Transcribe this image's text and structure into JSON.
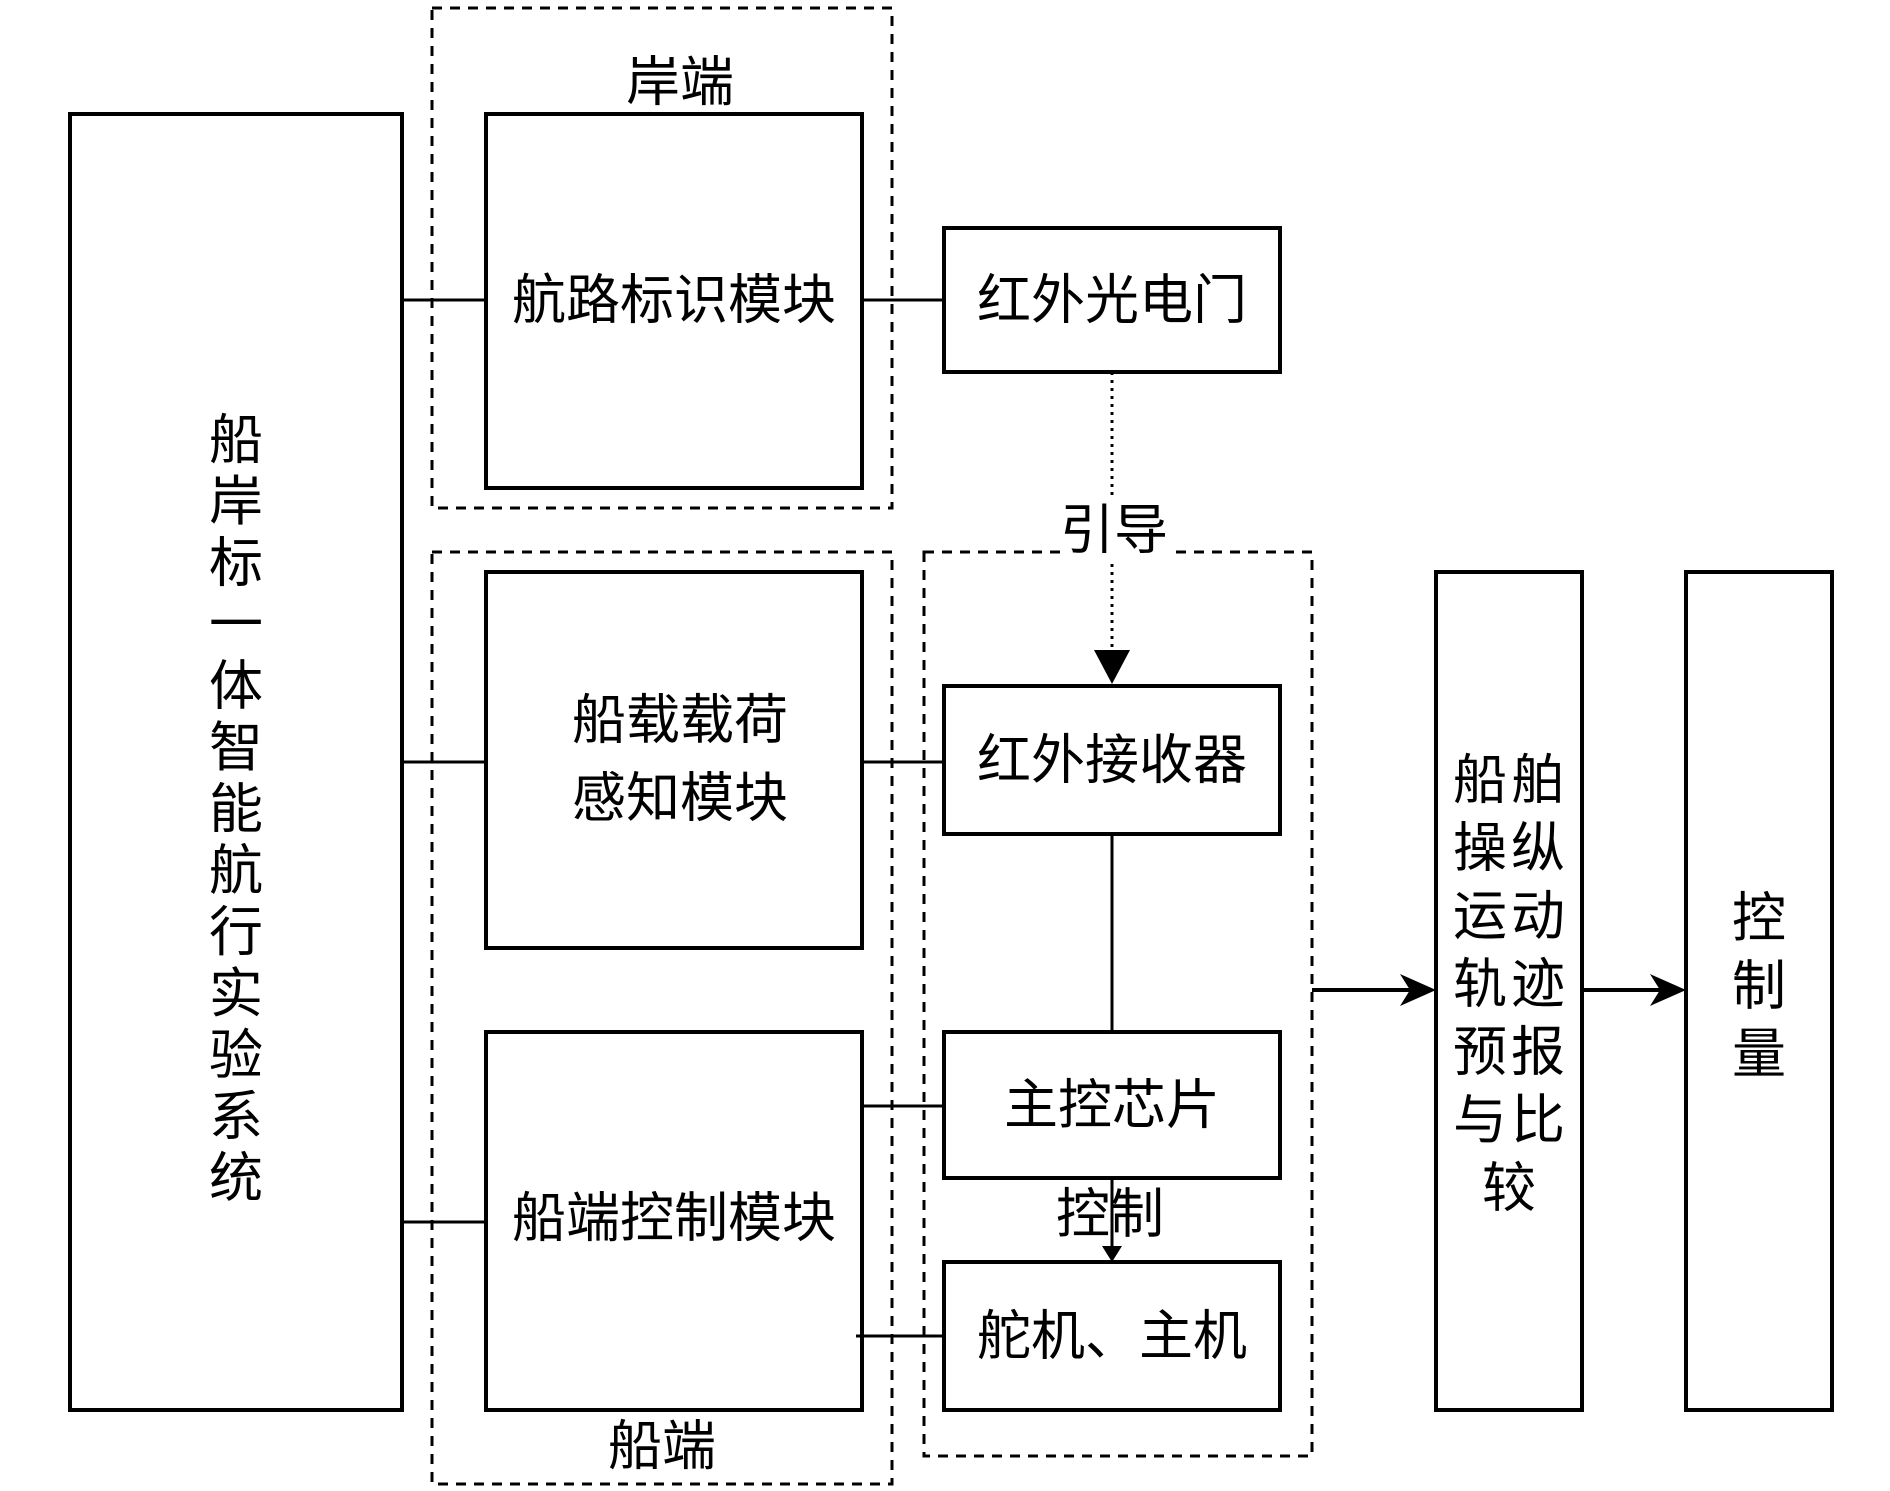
{
  "groups": {
    "shore_label": "岸端",
    "ship_label": "船端",
    "guide_label": "引导",
    "control_label": "控制"
  },
  "boxes": {
    "system": "船岸标一体智能航行实验系统",
    "route_module": "航路标识模块",
    "load_module_line1": "船载载荷",
    "load_module_line2": "感知模块",
    "ship_control_module": "船端控制模块",
    "ir_gate": "红外光电门",
    "ir_receiver": "红外接收器",
    "main_chip": "主控芯片",
    "actuators": "舵机、主机",
    "trajectory": "船舶操纵运动轨迹预报与比较",
    "control_qty": "控制量"
  }
}
